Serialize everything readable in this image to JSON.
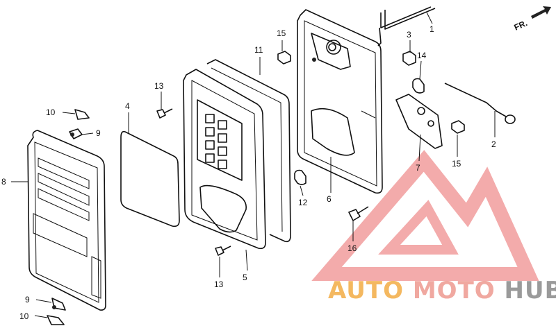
{
  "orientation": {
    "label": "FR."
  },
  "callouts": [
    {
      "id": "c1",
      "text": "1"
    },
    {
      "id": "c2",
      "text": "2"
    },
    {
      "id": "c3",
      "text": "3"
    },
    {
      "id": "c4",
      "text": "4"
    },
    {
      "id": "c5",
      "text": "5"
    },
    {
      "id": "c6",
      "text": "6"
    },
    {
      "id": "c7",
      "text": "7"
    },
    {
      "id": "c8",
      "text": "8"
    },
    {
      "id": "c9a",
      "text": "9"
    },
    {
      "id": "c9b",
      "text": "9"
    },
    {
      "id": "c10a",
      "text": "10"
    },
    {
      "id": "c10b",
      "text": "10"
    },
    {
      "id": "c11",
      "text": "11"
    },
    {
      "id": "c12",
      "text": "12"
    },
    {
      "id": "c13a",
      "text": "13"
    },
    {
      "id": "c13b",
      "text": "13"
    },
    {
      "id": "c14",
      "text": "14"
    },
    {
      "id": "c15a",
      "text": "15"
    },
    {
      "id": "c15b",
      "text": "15"
    },
    {
      "id": "c16",
      "text": "16"
    }
  ],
  "watermark": {
    "part1": "AUTO",
    "part2": "MOTO",
    "part3": "HUB",
    "colors": {
      "auto": "#f4b860",
      "moto": "#f0a8a0",
      "hub": "#9a9a9a",
      "logo": "#ef8f8f"
    }
  }
}
